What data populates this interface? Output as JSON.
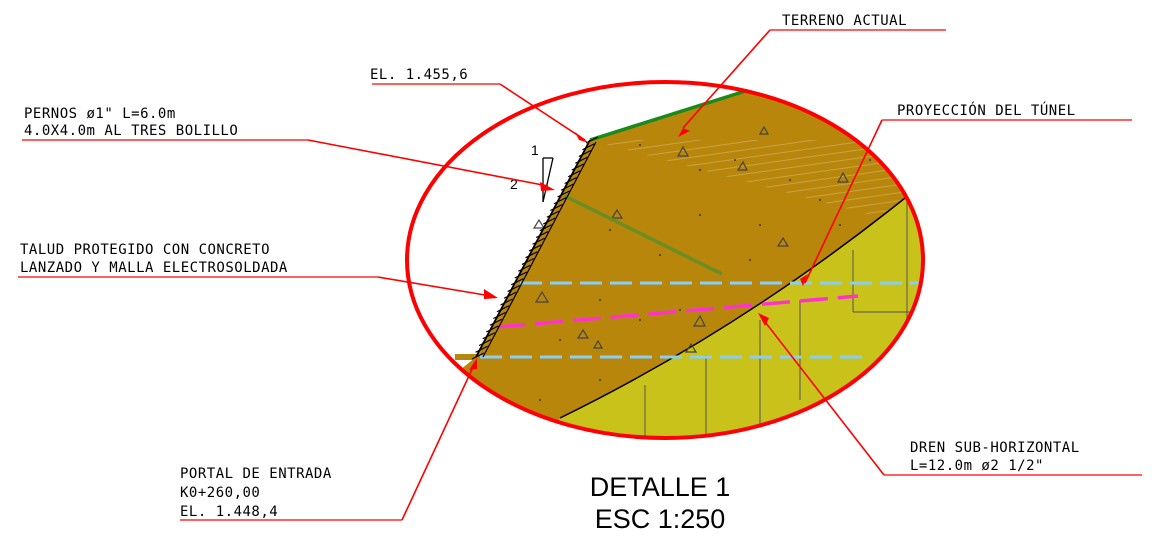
{
  "title": {
    "line1": "DETALLE 1",
    "line2": "ESC 1:250"
  },
  "labels": {
    "terreno": "TERRENO ACTUAL",
    "elevacion_top": "EL. 1.455,6",
    "pernos_1": "PERNOS ø1\" L=6.0m",
    "pernos_2": "4.0X4.0m AL TRES BOLILLO",
    "proyeccion": "PROYECCIÓN DEL TÚNEL",
    "talud_1": "TALUD PROTEGIDO CON CONCRETO",
    "talud_2": "LANZADO Y MALLA ELECTROSOLDADA",
    "dren_1": "DREN SUB-HORIZONTAL",
    "dren_2": "L=12.0m ø2 1/2\"",
    "portal_1": "PORTAL DE ENTRADA",
    "portal_2": "K0+260,00",
    "portal_3": "EL. 1.448,4"
  },
  "slope_ratio": {
    "vertical": "1",
    "horizontal": "2"
  },
  "colors": {
    "outline": "#ff0000",
    "rock": "#b8860b",
    "soil": "#c8c21a",
    "terrain": "#1a8a1a",
    "bolt": "#6b8e23",
    "drain": "#ff33cc",
    "tunnel_projection": "#87cefa"
  }
}
